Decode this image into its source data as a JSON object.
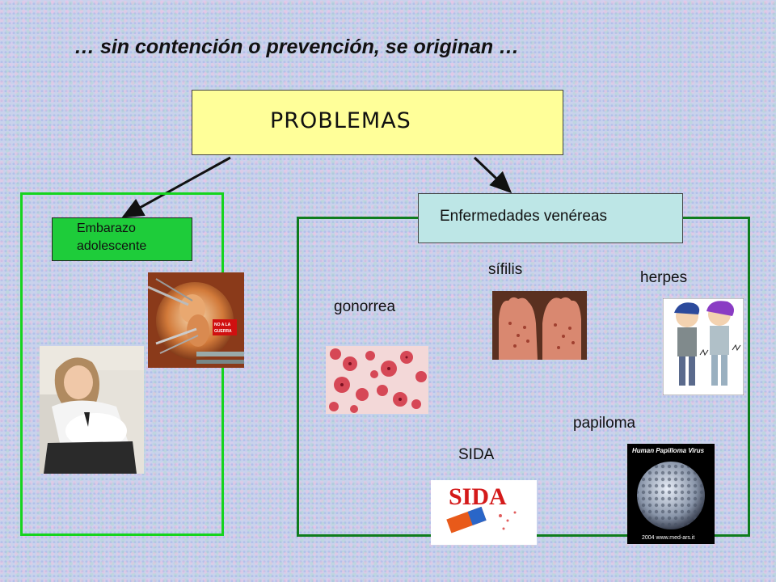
{
  "title": "… sin contención o prevención, se originan …",
  "root": {
    "label": "PROBLEMAS",
    "fill": "#ffff99"
  },
  "left_branch": {
    "label": "Embarazo adolescente",
    "fill": "#1ecc3a",
    "frame_color": "#16d41d",
    "image_text": "NO A LA GUERRA"
  },
  "right_branch": {
    "label": "Enfermedades venéreas",
    "fill": "#bde6e6",
    "frame_color": "#0f7d1e",
    "diseases": {
      "gonorrea": "gonorrea",
      "sifilis": "sífilis",
      "herpes": "herpes",
      "papiloma": "papiloma",
      "sida": "SIDA"
    },
    "sida_logo_text": "SIDA",
    "hpv_title": "Human Papilloma Virus",
    "hpv_caption": "2004 www.med-ars.it"
  }
}
